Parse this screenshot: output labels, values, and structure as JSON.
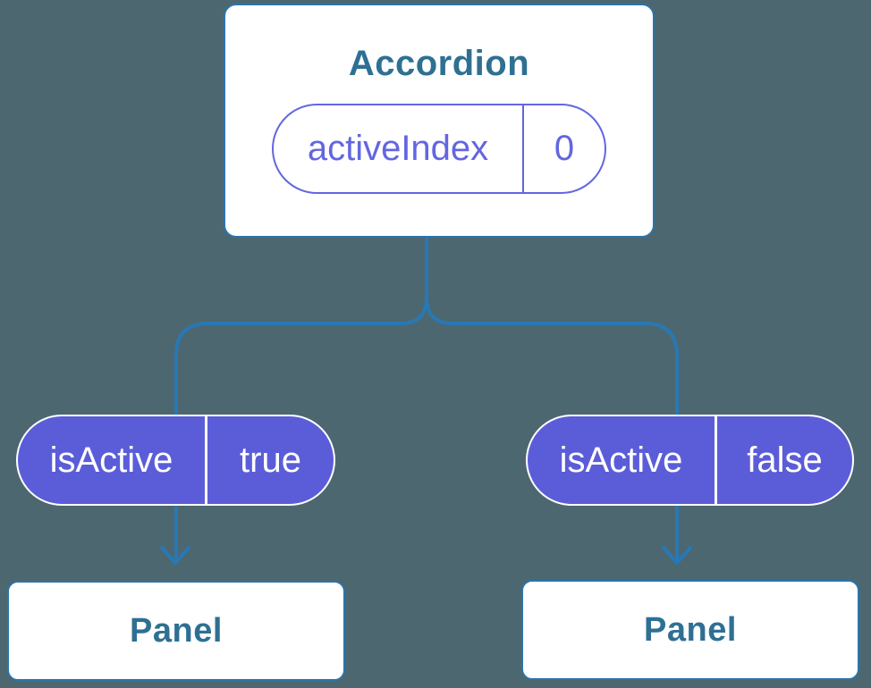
{
  "diagram": {
    "root": {
      "title": "Accordion",
      "prop": {
        "name": "activeIndex",
        "value": "0"
      }
    },
    "children": [
      {
        "state": {
          "name": "isActive",
          "value": "true"
        },
        "label": "Panel"
      },
      {
        "state": {
          "name": "isActive",
          "value": "false"
        },
        "label": "Panel"
      }
    ]
  },
  "colors": {
    "background": "#4c6770",
    "connector": "#2878b4",
    "node_border": "#2b74ac",
    "heading_text": "#2e7093",
    "state_pill_fill": "#5b5dd8",
    "prop_pill_outline": "#6366e0",
    "pill_text_on_purple": "#ffffff",
    "node_fill": "#ffffff"
  }
}
